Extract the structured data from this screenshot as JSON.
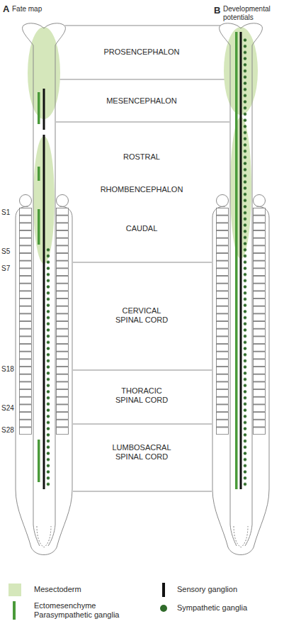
{
  "diagram": {
    "labels": [
      "A",
      "Fate map",
      "B",
      "Developmental potentials",
      "PROSENCEPHALON",
      "MESENCEPHALON",
      "ROSTRAL",
      "RHOMBENCEPHALON",
      "CAUDAL",
      "CERVICAL SPINAL CORD",
      "THORACIC SPINAL CORD",
      "LUMBOSACRAL SPINAL CORD",
      "S1",
      "S5",
      "S7",
      "S18",
      "S24",
      "S28"
    ],
    "legend": [
      {
        "text": "Mesectoderm",
        "color": "#d5e7bb"
      },
      {
        "text": "Ectomesenchyme Parasympathetic ganglia",
        "color": "#4a9a3a"
      },
      {
        "text": "Sensory ganglion",
        "color": "#111111"
      },
      {
        "text": "Sympathetic ganglia",
        "color": "#2f6b2a"
      }
    ]
  }
}
